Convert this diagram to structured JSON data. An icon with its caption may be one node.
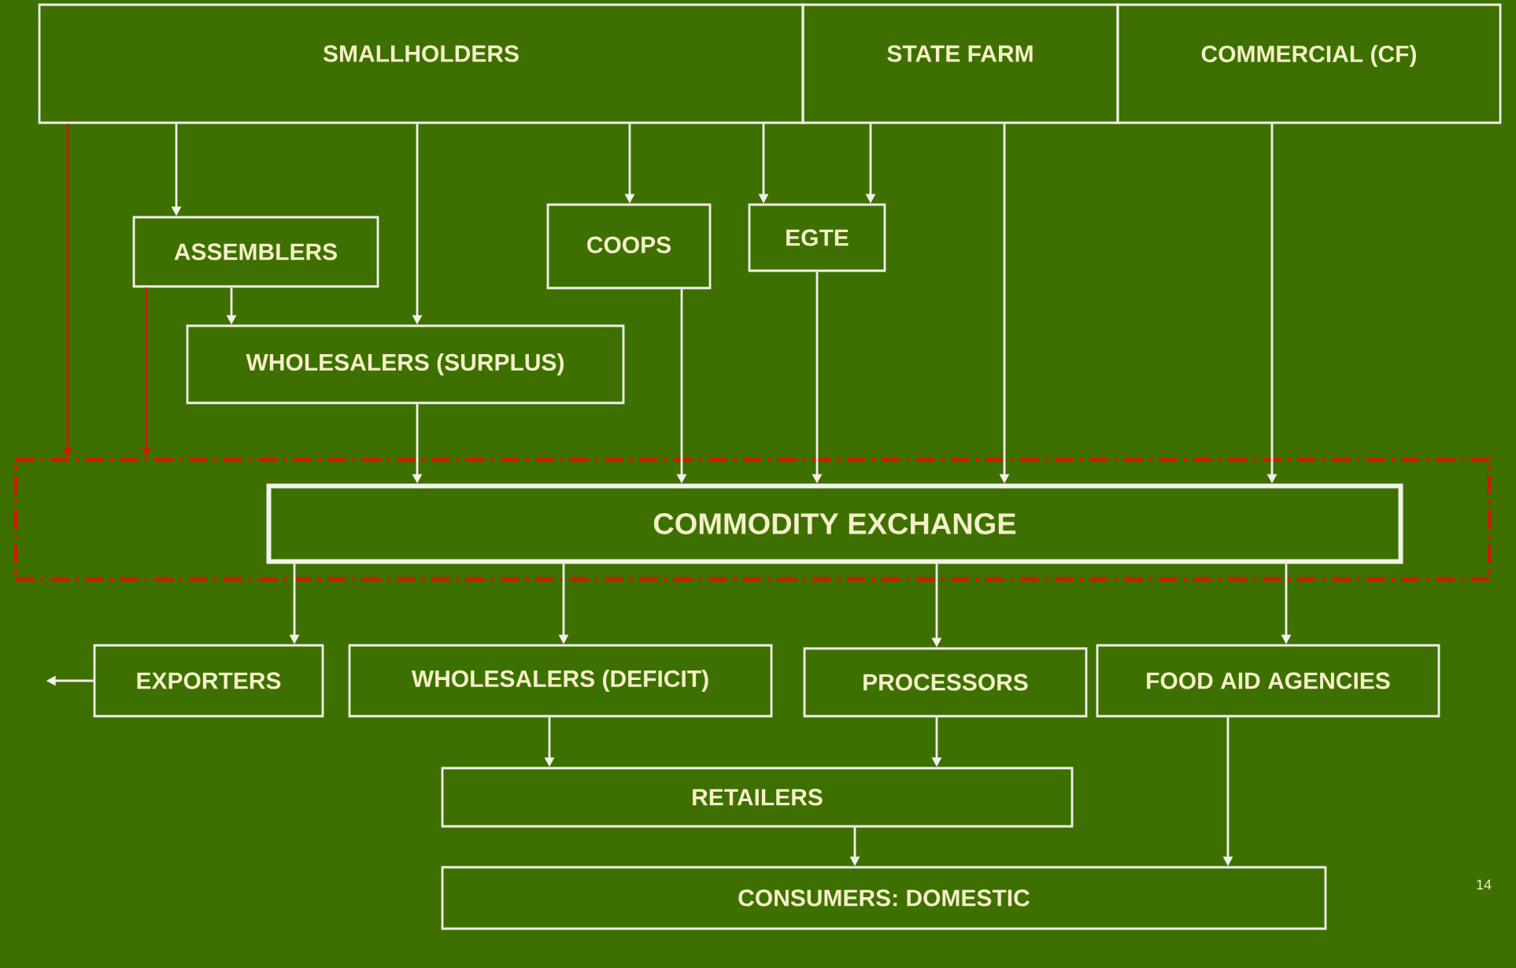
{
  "diagram": {
    "nodes": [
      {
        "text": [
          "SMALLHOLDERS"
        ]
      },
      {
        "text": [
          "STATE FARM"
        ]
      },
      {
        "text": [
          "COMMERCIAL (CF)"
        ]
      },
      {
        "text": [
          "ASSEMBLERS"
        ]
      },
      {
        "text": [
          "COOPS"
        ]
      },
      {
        "text": [
          "EGTE"
        ]
      },
      {
        "text": [
          "WHOLESALERS (SURPLUS)"
        ]
      },
      {
        "text": [],
        "shape": "box"
      },
      {
        "text": [
          "COMMODITY EXCHANGE"
        ],
        "in": 7
      },
      {
        "text": [
          "EXPORTERS"
        ]
      },
      {
        "text": [
          "WHOLESALERS (DEFICIT)"
        ]
      },
      {
        "text": [
          "PROCESSORS"
        ]
      },
      {
        "text": [
          "FOOD AID AGENCIES"
        ]
      },
      {
        "text": [
          "RETAILERS"
        ]
      },
      {
        "text": [
          "CONSUMERS:  DOMESTIC"
        ]
      }
    ],
    "edges": [
      {
        "from": 0,
        "to": 3,
        "arrow": "to"
      },
      {
        "from": 0,
        "to": 6,
        "arrow": "to"
      },
      {
        "from": 0,
        "to": 4,
        "arrow": "to"
      },
      {
        "from": 0,
        "to": 5,
        "arrow": "to"
      },
      {
        "from": 1,
        "to": 5,
        "arrow": "to"
      },
      {
        "from": 3,
        "to": 6,
        "arrow": "to"
      },
      {
        "from": 0,
        "to": 7,
        "arrow": "to",
        "color": "#c81e00"
      },
      {
        "from": 3,
        "to": 7,
        "arrow": "to",
        "color": "#c81e00"
      },
      {
        "from": 6,
        "to": 8,
        "arrow": "to"
      },
      {
        "from": 4,
        "to": 8,
        "arrow": "to"
      },
      {
        "from": 5,
        "to": 8,
        "arrow": "to"
      },
      {
        "from": 1,
        "to": 8,
        "arrow": "to"
      },
      {
        "from": 2,
        "to": 8,
        "arrow": "to"
      },
      {
        "from": 8,
        "to": 9,
        "arrow": "to"
      },
      {
        "from": 8,
        "to": 10,
        "arrow": "to"
      },
      {
        "from": 8,
        "to": 11,
        "arrow": "to"
      },
      {
        "from": 8,
        "to": 12,
        "arrow": "to"
      },
      {
        "from": 9,
        "to": null,
        "arrow": "to"
      },
      {
        "from": 10,
        "to": 13,
        "arrow": "to"
      },
      {
        "from": 11,
        "to": 13,
        "arrow": "to"
      },
      {
        "from": 13,
        "to": 14,
        "arrow": "to"
      },
      {
        "from": 12,
        "to": 14,
        "arrow": "to"
      }
    ],
    "labels": [
      "14"
    ]
  }
}
